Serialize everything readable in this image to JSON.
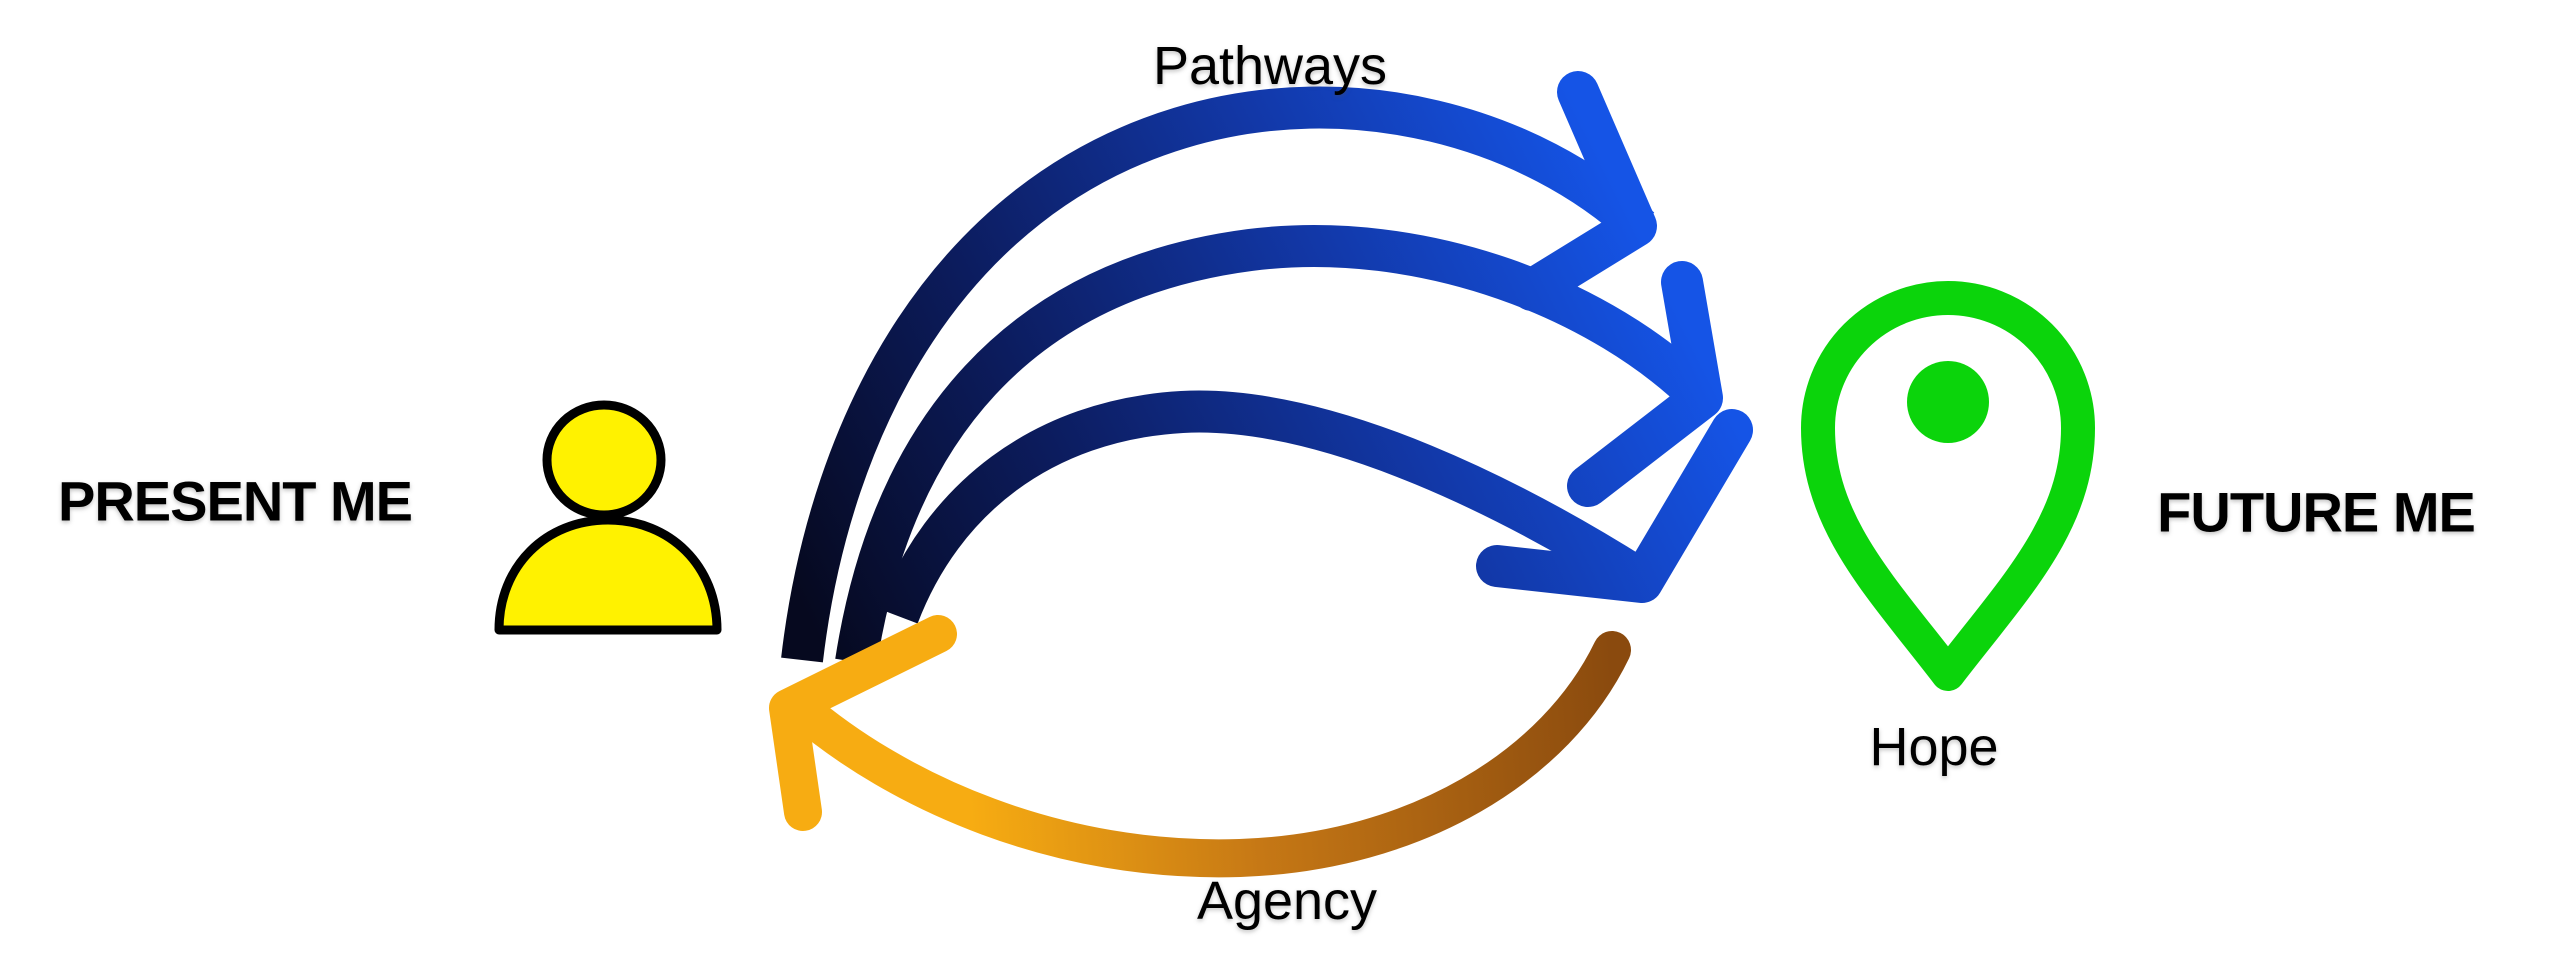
{
  "labels": {
    "present_me": "PRESENT ME",
    "future_me": "FUTURE ME",
    "pathways": "Pathways",
    "agency": "Agency",
    "hope": "Hope"
  },
  "icons": {
    "person": "person-icon",
    "location_pin": "location-pin-icon"
  },
  "arrows": {
    "pathways_count": 3,
    "pathways_direction": "present-me-to-future-me",
    "agency_direction": "future-me-to-present-me"
  },
  "colors": {
    "background": "#FFFFFF",
    "text": "#000000",
    "outline_black": "#000000",
    "person_yellow": "#FFF200",
    "pin_green": "#0BD40B",
    "blue_dark": "#06091F",
    "blue_navy": "#0C1C5E",
    "blue_mid": "#1238A8",
    "blue_bright": "#1554E6",
    "orange_dark": "#8A4A0E",
    "orange_mid": "#C67815",
    "orange_bright": "#F7AC12"
  }
}
